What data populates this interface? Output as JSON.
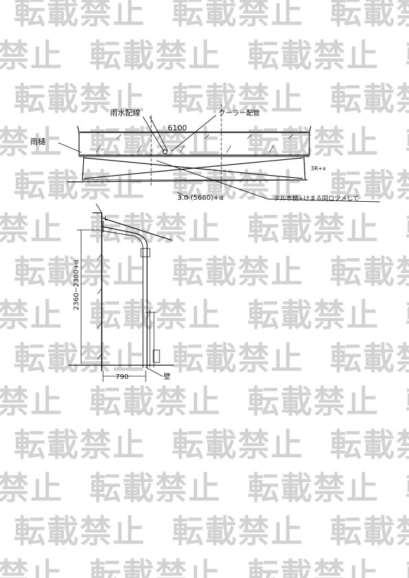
{
  "watermark": {
    "text": "転載禁止"
  },
  "plan": {
    "label_upper_pipe": "雨水配線",
    "label_cooler_pipe": "クーラー配管",
    "label_gutter": "雨樋",
    "dim_width": "6100",
    "dim_right": "3R+x",
    "dim_bottom": "3.0 (5680)+α",
    "note": "タル本柄+けまる同ロツメして"
  },
  "section": {
    "dim_height": "2360~2380+α",
    "dim_depth": "790",
    "label_wall": "壁"
  }
}
